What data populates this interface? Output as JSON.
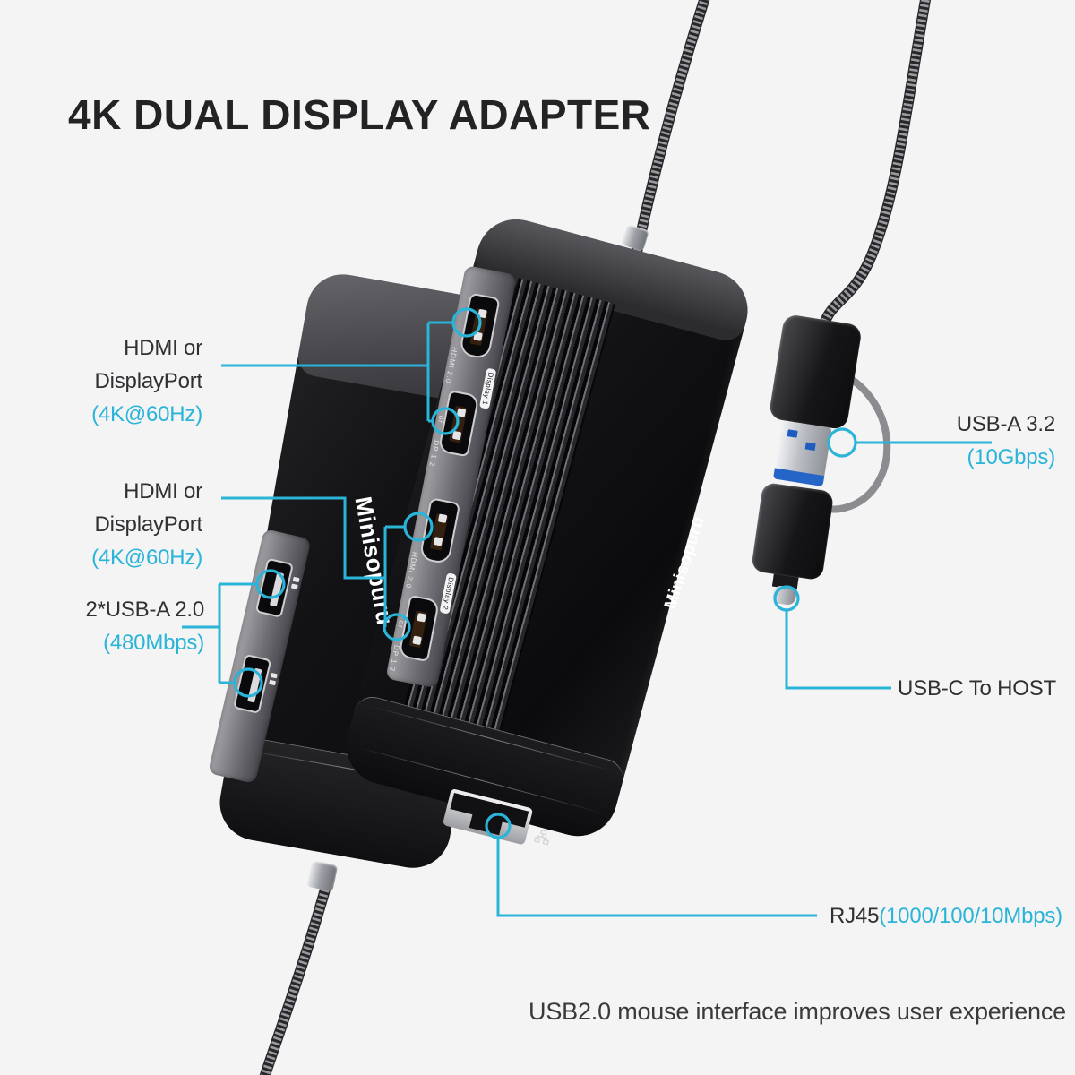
{
  "page": {
    "background": "#f4f4f5",
    "accent_color": "#29b4d8",
    "title": "4K DUAL DISPLAY ADAPTER",
    "footer": "USB2.0 mouse interface improves user experience"
  },
  "callouts": {
    "display1": {
      "name": "HDMI or DisplayPort",
      "spec": "(4K@60Hz)"
    },
    "display2": {
      "name": "HDMI or DisplayPort",
      "spec": "(4K@60Hz)"
    },
    "usb2": {
      "name": "2*USB-A 2.0",
      "spec": "(480Mbps)"
    },
    "usba32": {
      "name": "USB-A 3.2",
      "spec": "(10Gbps)"
    },
    "usbc": {
      "name": "USB-C To HOST"
    },
    "rj45": {
      "name": "RJ45",
      "spec": "(1000/100/10Mbps)"
    }
  },
  "device": {
    "brand": "Minisopuru",
    "port_labels": {
      "hdmi": "HDMI 2.0",
      "or": "or",
      "dp": "DP 1.2",
      "display1": "Display 1",
      "display2": "Display 2"
    }
  }
}
